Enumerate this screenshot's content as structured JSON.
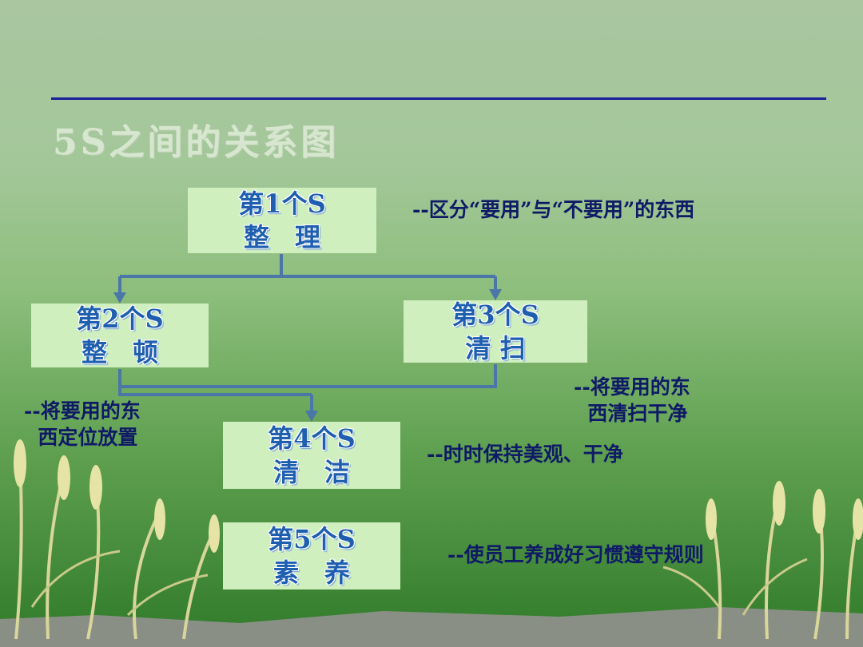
{
  "title": "5S之间的关系图",
  "colors": {
    "rule": "#1a1f9a",
    "box_fill": "#cfefbf",
    "box_text": "#1f5fb0",
    "connector": "#4b76a8",
    "note_text": "#0f1a66"
  },
  "nodes": [
    {
      "id": "s1",
      "line1": "第1个S",
      "line2": "整　理"
    },
    {
      "id": "s2",
      "line1": "第2个S",
      "line2": "整　顿"
    },
    {
      "id": "s3",
      "line1": "第3个S",
      "line2": "清 扫"
    },
    {
      "id": "s4",
      "line1": "第4个S",
      "line2": "清　洁"
    },
    {
      "id": "s5",
      "line1": "第5个S",
      "line2": "素　养"
    }
  ],
  "notes": {
    "s1": "--区分“要用”与“不要用”的东西",
    "s2": "--将要用的东\n  西定位放置",
    "s3": "--将要用的东\n  西清扫干净",
    "s4": "--时时保持美观、干净",
    "s5": "--使员工养成好习惯遵守规则"
  },
  "edges": [
    {
      "from": "s1",
      "to": "s2"
    },
    {
      "from": "s1",
      "to": "s3"
    },
    {
      "from": "s2",
      "to": "s4"
    },
    {
      "from": "s3",
      "to": "s4"
    }
  ]
}
